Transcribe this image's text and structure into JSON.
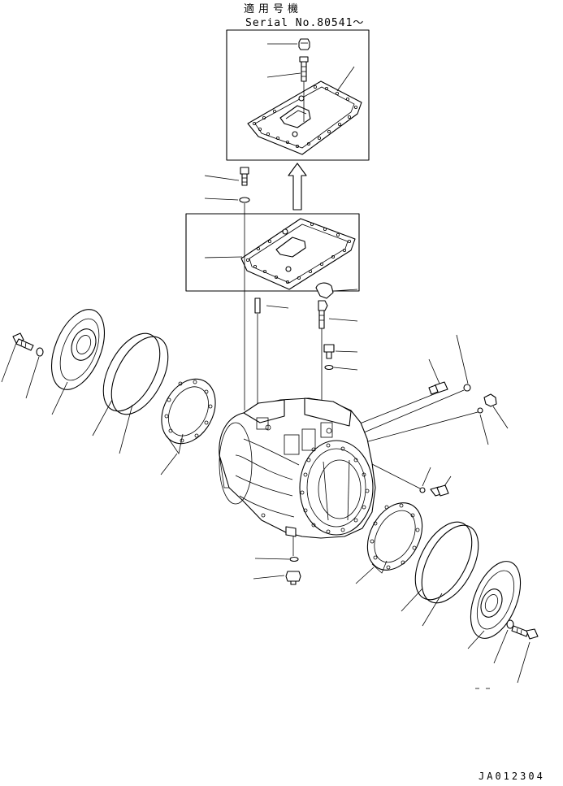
{
  "header": {
    "japanese_label": "適用号機",
    "serial_label": "Serial No.80541～"
  },
  "footer": {
    "drawing_code": "JA012304"
  },
  "diagram": {
    "type": "exploded parts diagram",
    "line_color": "#000000",
    "background_color": "#ffffff"
  }
}
